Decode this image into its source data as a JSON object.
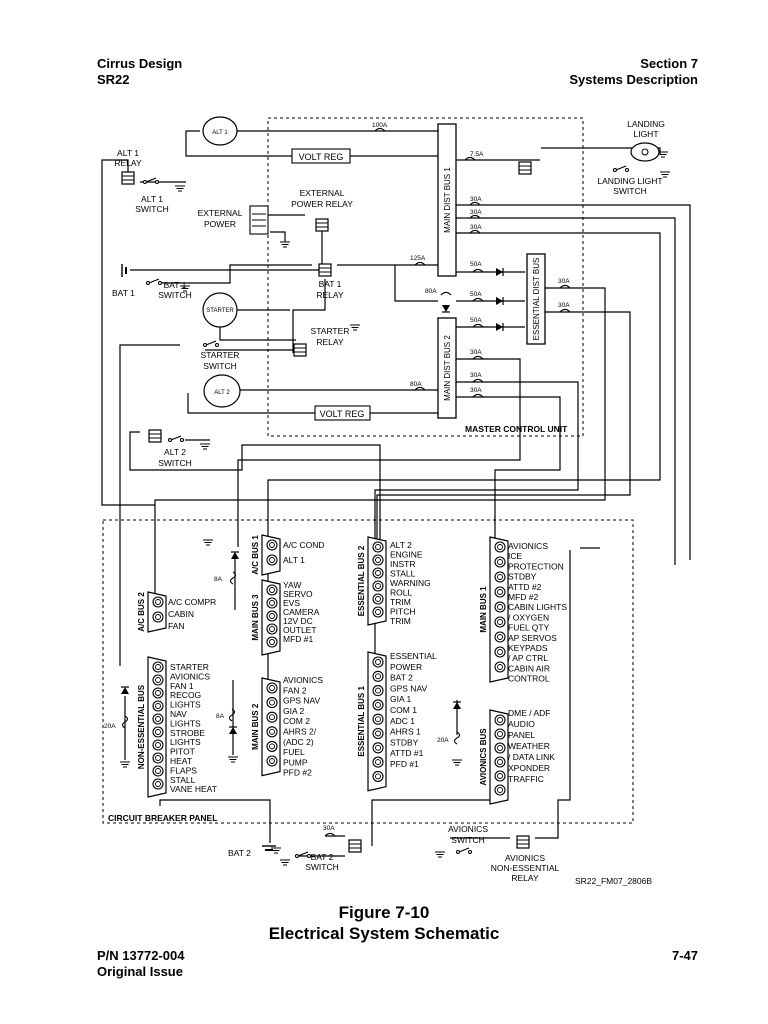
{
  "header": {
    "company": "Cirrus Design",
    "model": "SR22",
    "section": "Section 7",
    "section_title": "Systems Description"
  },
  "figure": {
    "number": "Figure 7-10",
    "title": "Electrical System Schematic",
    "drawing_id": "SR22_FM07_2806B"
  },
  "footer": {
    "part_number": "P/N 13772-004",
    "issue": "Original Issue",
    "page": "7-47"
  },
  "labels": {
    "alt1": "ALT 1",
    "alt2": "ALT 2",
    "starter": "STARTER",
    "volt_reg": "VOLT REG",
    "alt1_relay_1": "ALT 1",
    "alt1_relay_2": "RELAY",
    "alt1_switch_1": "ALT 1",
    "alt1_switch_2": "SWITCH",
    "ext_relay_1": "EXTERNAL",
    "ext_relay_2": "POWER RELAY",
    "ext_power_1": "EXTERNAL",
    "ext_power_2": "POWER",
    "bat1": "BAT 1",
    "bat1_switch_1": "BAT 1",
    "bat1_switch_2": "SWITCH",
    "bat1_relay_1": "BAT 1",
    "bat1_relay_2": "RELAY",
    "starter_relay_1": "STARTER",
    "starter_relay_2": "RELAY",
    "starter_switch_1": "STARTER",
    "starter_switch_2": "SWITCH",
    "alt2_switch_1": "ALT 2",
    "alt2_switch_2": "SWITCH",
    "landing_light_1": "LANDING",
    "landing_light_2": "LIGHT",
    "landing_sw_1": "LANDING LIGHT",
    "landing_sw_2": "SWITCH",
    "main_dist_bus_1": "MAIN DIST BUS 1",
    "main_dist_bus_2": "MAIN DIST BUS 2",
    "essential_dist_bus": "ESSENTIAL DIST BUS",
    "master_control_unit": "MASTER CONTROL UNIT",
    "circuit_breaker_panel": "CIRCUIT BREAKER PANEL",
    "bat2": "BAT 2",
    "bat2_switch_1": "BAT 2",
    "bat2_switch_2": "SWITCH",
    "av_switch_1": "AVIONICS",
    "av_switch_2": "SWITCH",
    "av_relay_1": "AVIONICS",
    "av_relay_2": "NON-ESSENTIAL",
    "av_relay_3": "RELAY",
    "ac_bus_1": "A/C BUS 1",
    "ac_bus_2": "A/C BUS 2",
    "main_bus_1": "MAIN BUS 1",
    "main_bus_2": "MAIN BUS 2",
    "main_bus_3": "MAIN BUS 3",
    "ess_bus_1": "ESSENTIAL BUS 1",
    "ess_bus_2": "ESSENTIAL BUS 2",
    "avionics_bus": "AVIONICS BUS",
    "non_ess_bus": "NON-ESSENTIAL BUS",
    "amp_100": "100A",
    "amp_7_5": "7.5A",
    "amp_30": "30A",
    "amp_125": "125A",
    "amp_50": "50A",
    "amp_80": "80A",
    "amp_8": "8A",
    "amp_20": "20A"
  },
  "buses": {
    "ac_bus_1": [
      "A/C COND",
      "ALT 1"
    ],
    "ac_bus_2": [
      "A/C COMPR",
      "CABIN",
      "FAN"
    ],
    "main_bus_3": [
      "YAW",
      "SERVO",
      "EVS",
      "CAMERA",
      "12V DC",
      "OUTLET",
      "MFD #1"
    ],
    "non_essential": [
      "STARTER",
      "AVIONICS",
      "FAN 1",
      "RECOG",
      "LIGHTS",
      "NAV",
      "LIGHTS",
      "STROBE",
      "LIGHTS",
      "PITOT",
      "HEAT",
      "FLAPS",
      "STALL",
      "VANE HEAT"
    ],
    "main_bus_2": [
      "AVIONICS",
      "FAN 2",
      "GPS NAV",
      "GIA 2",
      "COM 2",
      "AHRS 2/",
      "(ADC 2)",
      "FUEL",
      "PUMP",
      "PFD #2"
    ],
    "essential_bus_2": [
      "ALT 2",
      "ENGINE",
      "INSTR",
      "STALL",
      "WARNING",
      "ROLL",
      "TRIM",
      "PITCH",
      "TRIM"
    ],
    "essential_bus_1": [
      "ESSENTIAL",
      "POWER",
      "BAT 2",
      "GPS NAV",
      "GIA 1",
      "COM 1",
      "ADC 1",
      "AHRS 1",
      "STDBY",
      "ATTD #1",
      "PFD #1"
    ],
    "main_bus_1": [
      "AVIONICS",
      "ICE",
      "PROTECTION",
      "STDBY",
      "ATTD #2",
      "MFD #2",
      "CABIN LIGHTS",
      "/ OXYGEN",
      "FUEL QTY",
      "AP SERVOS",
      "KEYPADS",
      "/ AP CTRL",
      "CABIN AIR",
      "CONTROL"
    ],
    "avionics_bus": [
      "DME / ADF",
      "AUDIO",
      "PANEL",
      "WEATHER",
      "/ DATA LINK",
      "XPONDER",
      "TRAFFIC"
    ]
  }
}
